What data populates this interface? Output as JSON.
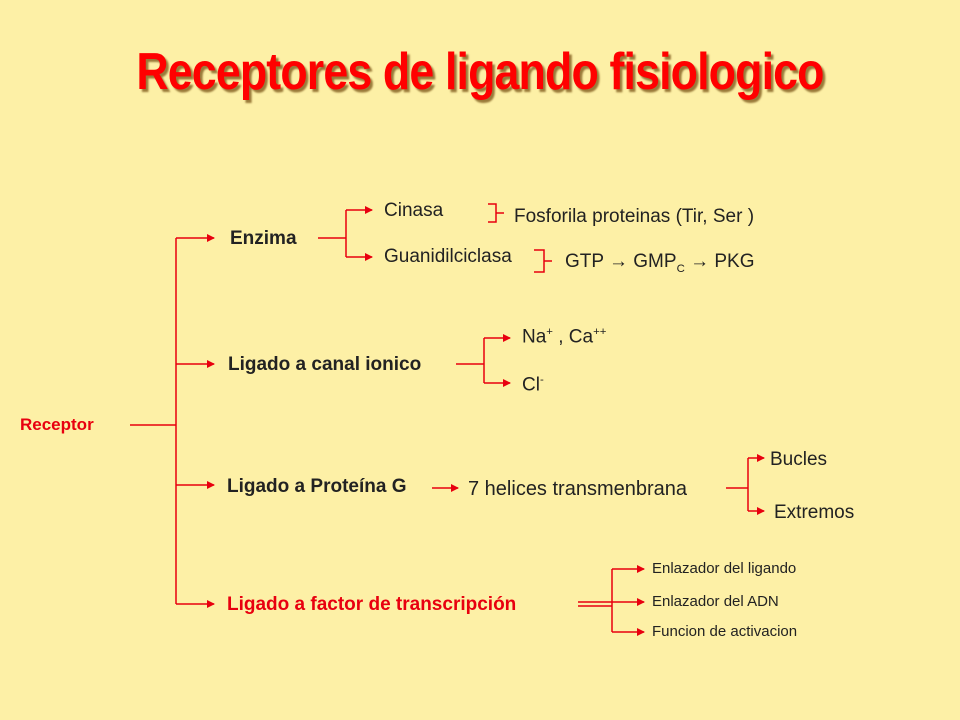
{
  "title": "Receptores de ligando fisiologico",
  "root": {
    "label": "Receptor"
  },
  "branches": {
    "enzima": {
      "label": "Enzima",
      "children": [
        {
          "label": "Cinasa",
          "effect": "Fosforila proteinas (Tir, Ser )"
        },
        {
          "label": "Guanidilciclasa",
          "effect": {
            "a": "GTP",
            "arrow1": "→",
            "b": "GMP",
            "b_sub": "C",
            "arrow2": "→",
            "c": "PKG"
          }
        }
      ]
    },
    "canal": {
      "label": "Ligado a canal ionico",
      "ions": [
        {
          "base": "Na",
          "sup": "+",
          "sep": " , ",
          "base2": "Ca",
          "sup2": "++"
        },
        {
          "base": "Cl",
          "sup": "-"
        }
      ]
    },
    "proteina_g": {
      "label": "Ligado a Proteína G",
      "middle": "7 helices transmenbrana",
      "children": [
        "Bucles",
        "Extremos"
      ]
    },
    "factor": {
      "label": "Ligado a factor de transcripción",
      "children": [
        "Enlazador del ligando",
        "Enlazador del ADN",
        "Funcion de activacion"
      ]
    }
  },
  "colors": {
    "background": "#fdf0a6",
    "title": "#ff0000",
    "accent_lines": "#e8000f",
    "text": "#222222"
  }
}
